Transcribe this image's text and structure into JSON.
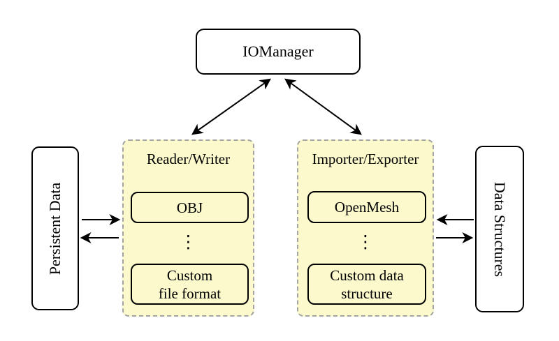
{
  "colors": {
    "container_fill": "#FCFACD",
    "container_border": "#A3A3A3",
    "node_border": "#000000",
    "node_fill": "#FFFFFF",
    "arrow": "#000000",
    "text": "#000000",
    "background": "#FFFFFF"
  },
  "nodes": {
    "iomanager": {
      "label": "IOManager"
    },
    "persistent_data": {
      "label": "Persistent Data"
    },
    "data_structures": {
      "label": "Data Structures"
    },
    "reader_writer": {
      "title": "Reader/Writer",
      "top_item": "OBJ",
      "ellipsis": "⋮",
      "bottom_item": "Custom\nfile format"
    },
    "importer_exporter": {
      "title": "Importer/Exporter",
      "top_item": "OpenMesh",
      "ellipsis": "⋮",
      "bottom_item": "Custom data\nstructure"
    }
  }
}
